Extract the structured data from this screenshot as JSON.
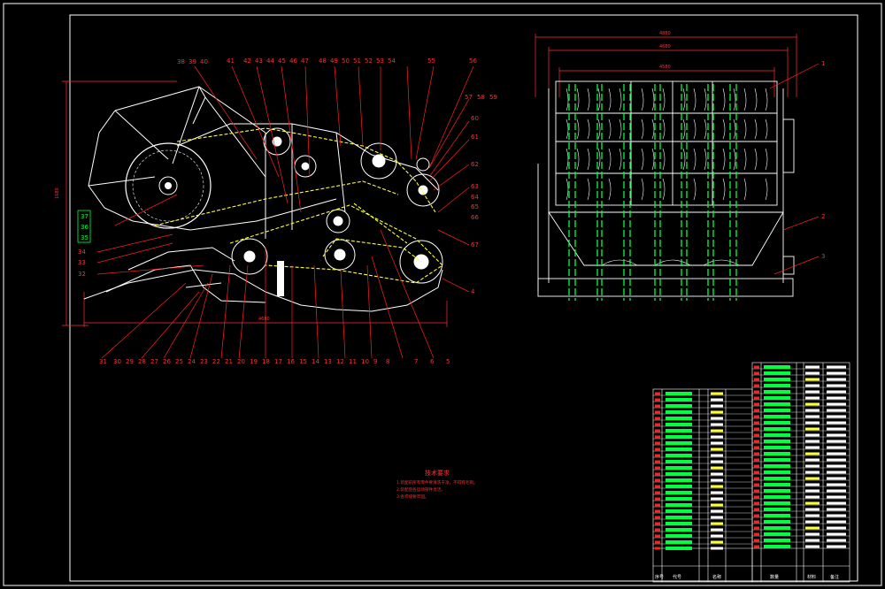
{
  "colors": {
    "background": "#000000",
    "frame": "#ffffff",
    "leader": "#ff2020",
    "belt": "#ffff33",
    "component": "#00ff40",
    "dimension": "#ff3030"
  },
  "side_view": {
    "callouts_top": [
      "38",
      "39",
      "40",
      "41",
      "42",
      "43",
      "44",
      "45",
      "46",
      "47",
      "48",
      "49",
      "50",
      "51",
      "52",
      "53",
      "54",
      "55",
      "56"
    ],
    "callouts_right": [
      "57",
      "58",
      "59",
      "60",
      "61",
      "62",
      "63",
      "64",
      "65",
      "66",
      "67",
      "4"
    ],
    "callouts_left": [
      "37",
      "36",
      "35",
      "34",
      "33",
      "32"
    ],
    "callouts_bottom": [
      "31",
      "30",
      "29",
      "28",
      "27",
      "26",
      "25",
      "24",
      "23",
      "22",
      "21",
      "20",
      "19",
      "18",
      "17",
      "16",
      "15",
      "14",
      "13",
      "12",
      "11",
      "10",
      "9",
      "8",
      "7",
      "6",
      "5"
    ],
    "dim_height": "1680",
    "dim_width": "4680"
  },
  "front_view": {
    "dim_top_1": "4880",
    "dim_top_2": "4680",
    "dim_top_3": "4580",
    "callouts": [
      "1",
      "2",
      "3"
    ]
  },
  "technical_requirements": {
    "title": "技术要求",
    "items": [
      "1.装配前所有零件要清洗干净，不得有毛刺。",
      "2.装配后各运动部件灵活。",
      "3.各焊缝要牢固。"
    ]
  },
  "parts_table": {
    "header_cells": [
      "序号",
      "代号",
      "名称",
      "数量",
      "材料",
      "备注"
    ]
  }
}
